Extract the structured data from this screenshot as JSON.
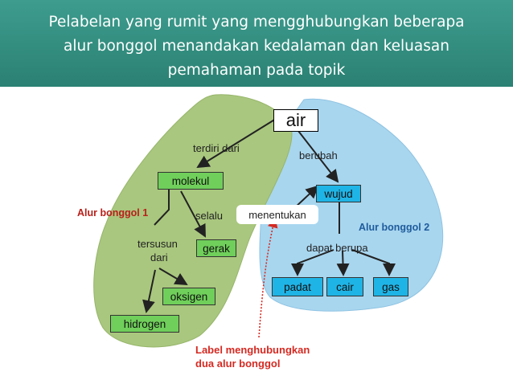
{
  "title": {
    "line1": "Pelabelan  yang  rumit  yang  mengghubungkan  beberapa",
    "line2": "alur bonggol menandakan kedalaman dan keluasan",
    "line3": "pemahaman pada topik"
  },
  "diagram": {
    "nodes": {
      "air": "air",
      "molekul": "molekul",
      "gerak": "gerak",
      "oksigen": "oksigen",
      "hidrogen": "hidrogen",
      "wujud": "wujud",
      "padat": "padat",
      "cair": "cair",
      "gas": "gas"
    },
    "links": {
      "terdiri_dari": "terdiri dari",
      "berubah": "berubah",
      "selalu": "selalu",
      "menentukan": "menentukan",
      "tersusun": "tersusun",
      "dari": "dari",
      "dapat_berupa": "dapat berupa"
    },
    "flows": {
      "flow1": "Alur bonggol 1",
      "flow2": "Alur bonggol 2"
    },
    "note": {
      "line1": "Label menghubungkan",
      "line2": "dua alur bonggol"
    },
    "colors": {
      "green_region": "#a9c77e",
      "blue_region": "#a8d6ef",
      "green_box": "#6fcf5a",
      "blue_box": "#1fb4e6",
      "note_red": "#d52a22"
    }
  }
}
